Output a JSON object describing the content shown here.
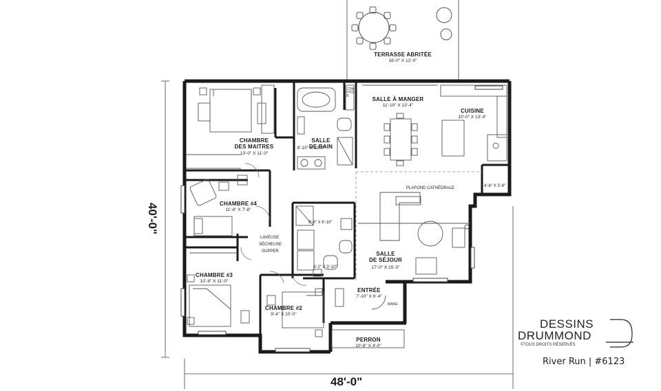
{
  "rooms": {
    "terrasse": {
      "name": "TERRASSE ABRITÉE",
      "dims": "16'-0\" X 12'-0\""
    },
    "salle_a_manger": {
      "name": "SALLE À MANGER",
      "dims": "11'-10\" X 13'-4\""
    },
    "cuisine": {
      "name": "CUISINE",
      "dims": "10'-0\" X 13'-4\""
    },
    "chambre_maitres": {
      "name1": "CHAMBRE",
      "name2": "DES MAITRES",
      "dims": "13'-0\" X 11'-0\""
    },
    "salle_de_bain": {
      "name1": "SALLE",
      "name2": "DE BAIN",
      "dims": "8'-10\" X 13'-0\""
    },
    "chambre4": {
      "name": "CHAMBRE #4",
      "dims": "11'-8\" X 7'-8\""
    },
    "salle_sejour": {
      "name1": "SALLE",
      "name2": "DE SÉJOUR",
      "dims": "17'-0\" X 15'-0\""
    },
    "chambre3": {
      "name": "CHAMBRE #3",
      "dims": "10'-8\" X 11'-0\""
    },
    "chambre2": {
      "name": "CHAMBRE #2",
      "dims": "9'-4\" X 10'-0\""
    },
    "entree": {
      "name": "ENTRÉE",
      "dims": "7'-10\" X 6'-4\""
    },
    "perron": {
      "name": "PERRON",
      "dims": "10'-8\" X 4'-0\""
    }
  },
  "small_labels": {
    "comptoir": "COMPTOIR",
    "plafond": "PLAFOND CATHÉDRALE",
    "pantry_dims": "4'-8\" X 3'-8\"",
    "bath2_dims": "8'-8\" X 6'-10\"",
    "laundry_line1": "LAVEUSE",
    "laundry_line2": "SÉCHEUSE",
    "laundry_line3": "SUPPER",
    "wc_dims": "8'-2\" X 3'-10\"",
    "rang": "RANG"
  },
  "overall": {
    "width": "48'-0\"",
    "depth": "40'-0\""
  },
  "brand": {
    "line1": "DESSINS",
    "line2": "DRUMMOND",
    "rights": "©TOUS DROITS RÉSERVÉS",
    "plan_id": "River Run | #6123"
  }
}
